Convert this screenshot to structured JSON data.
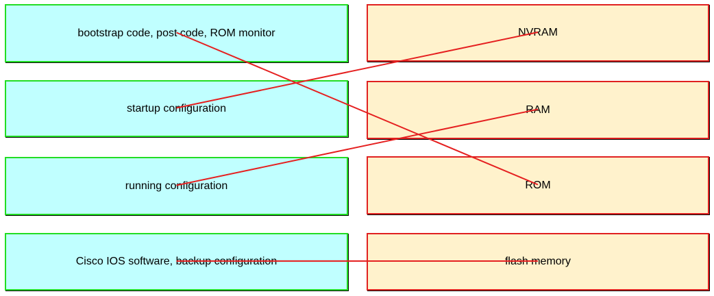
{
  "colors": {
    "left_fill": "#c0ffff",
    "left_border": "#22dd22",
    "right_fill": "#fff2cc",
    "right_border": "#e02020",
    "connector": "#e52020"
  },
  "left_items": [
    "bootstrap code, post code, ROM monitor",
    "startup configuration",
    "running configuration",
    "Cisco IOS software, backup configuration"
  ],
  "right_items": [
    "NVRAM",
    "RAM",
    "ROM",
    "flash memory"
  ],
  "matches": [
    {
      "left": "bootstrap code, post code, ROM monitor",
      "right": "ROM"
    },
    {
      "left": "startup configuration",
      "right": "NVRAM"
    },
    {
      "left": "running configuration",
      "right": "RAM"
    },
    {
      "left": "Cisco IOS software, backup configuration",
      "right": "flash memory"
    }
  ]
}
